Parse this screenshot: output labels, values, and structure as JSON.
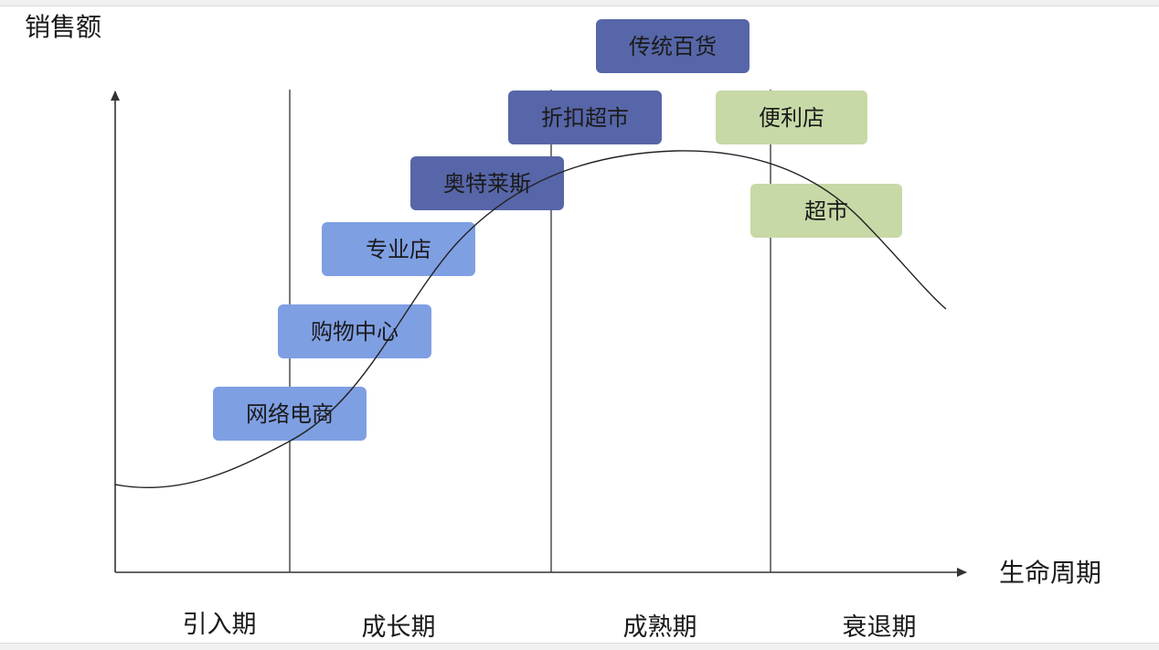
{
  "axes": {
    "y_label": "销售额",
    "x_label": "生命周期"
  },
  "phases": [
    {
      "label": "引入期"
    },
    {
      "label": "成长期"
    },
    {
      "label": "成熟期"
    },
    {
      "label": "衰退期"
    }
  ],
  "formats": [
    {
      "label": "传统百货",
      "color": "#5766a8"
    },
    {
      "label": "折扣超市",
      "color": "#5766a8"
    },
    {
      "label": "便利店",
      "color": "#c7d9a6"
    },
    {
      "label": "奥特莱斯",
      "color": "#5766a8"
    },
    {
      "label": "超市",
      "color": "#c7d9a6"
    },
    {
      "label": "专业店",
      "color": "#7f9fe3"
    },
    {
      "label": "购物中心",
      "color": "#7f9fe3"
    },
    {
      "label": "网络电商",
      "color": "#7f9fe3"
    }
  ]
}
